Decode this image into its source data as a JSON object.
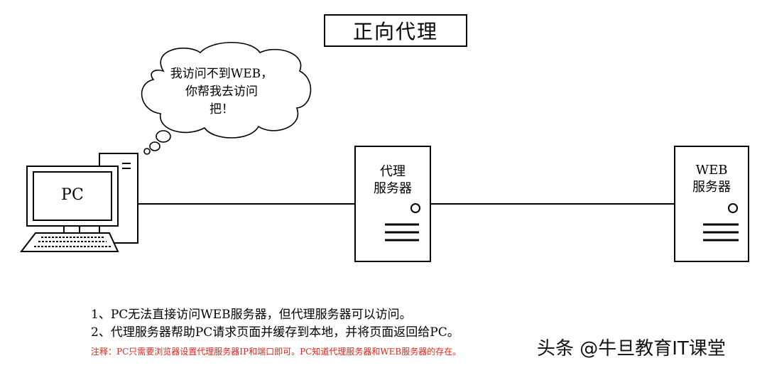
{
  "title": "正向代理",
  "bubble": {
    "line1": "我访问不到WEB，",
    "line2": "你帮我去访问",
    "line3": "把！"
  },
  "nodes": {
    "pc": {
      "label": "PC"
    },
    "proxy": {
      "line1": "代理",
      "line2": "服务器"
    },
    "web": {
      "line1": "WEB",
      "line2": "服务器"
    }
  },
  "notes": [
    "1、PC无法直接访问WEB服务器，但代理服务器可以访问。",
    "2、代理服务器帮助PC请求页面并缓存到本地，并将页面返回给PC。"
  ],
  "note_red": "注释：PC只需要浏览器设置代理服务器IP和端口即可。PC知道代理服务器和WEB服务器的存在。",
  "watermark": "头条 @牛旦教育IT课堂",
  "colors": {
    "note_red": "#e0241b",
    "stroke": "#000000"
  }
}
